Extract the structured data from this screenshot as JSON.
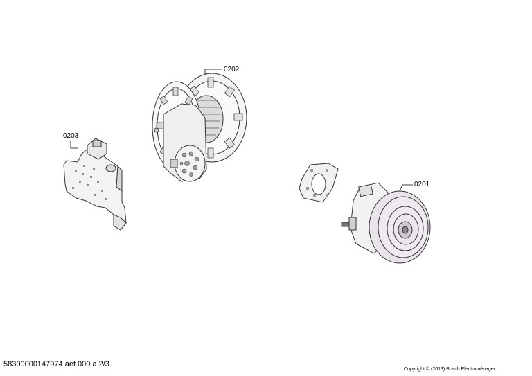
{
  "parts": [
    {
      "id": "0202"
    },
    {
      "id": "0203"
    },
    {
      "id": "0201"
    }
  ],
  "footer": {
    "doc_id": "58300000147974 aet 000 a 2/3",
    "copyright": "Copyright © (2013) Bosch Electroménager"
  },
  "colors": {
    "line": "#333333",
    "fill_light": "#f2f2f2",
    "fill_mid": "#dcdcdc",
    "fill_dark": "#b8b8b8",
    "motor_body": "#e9e4ea"
  }
}
